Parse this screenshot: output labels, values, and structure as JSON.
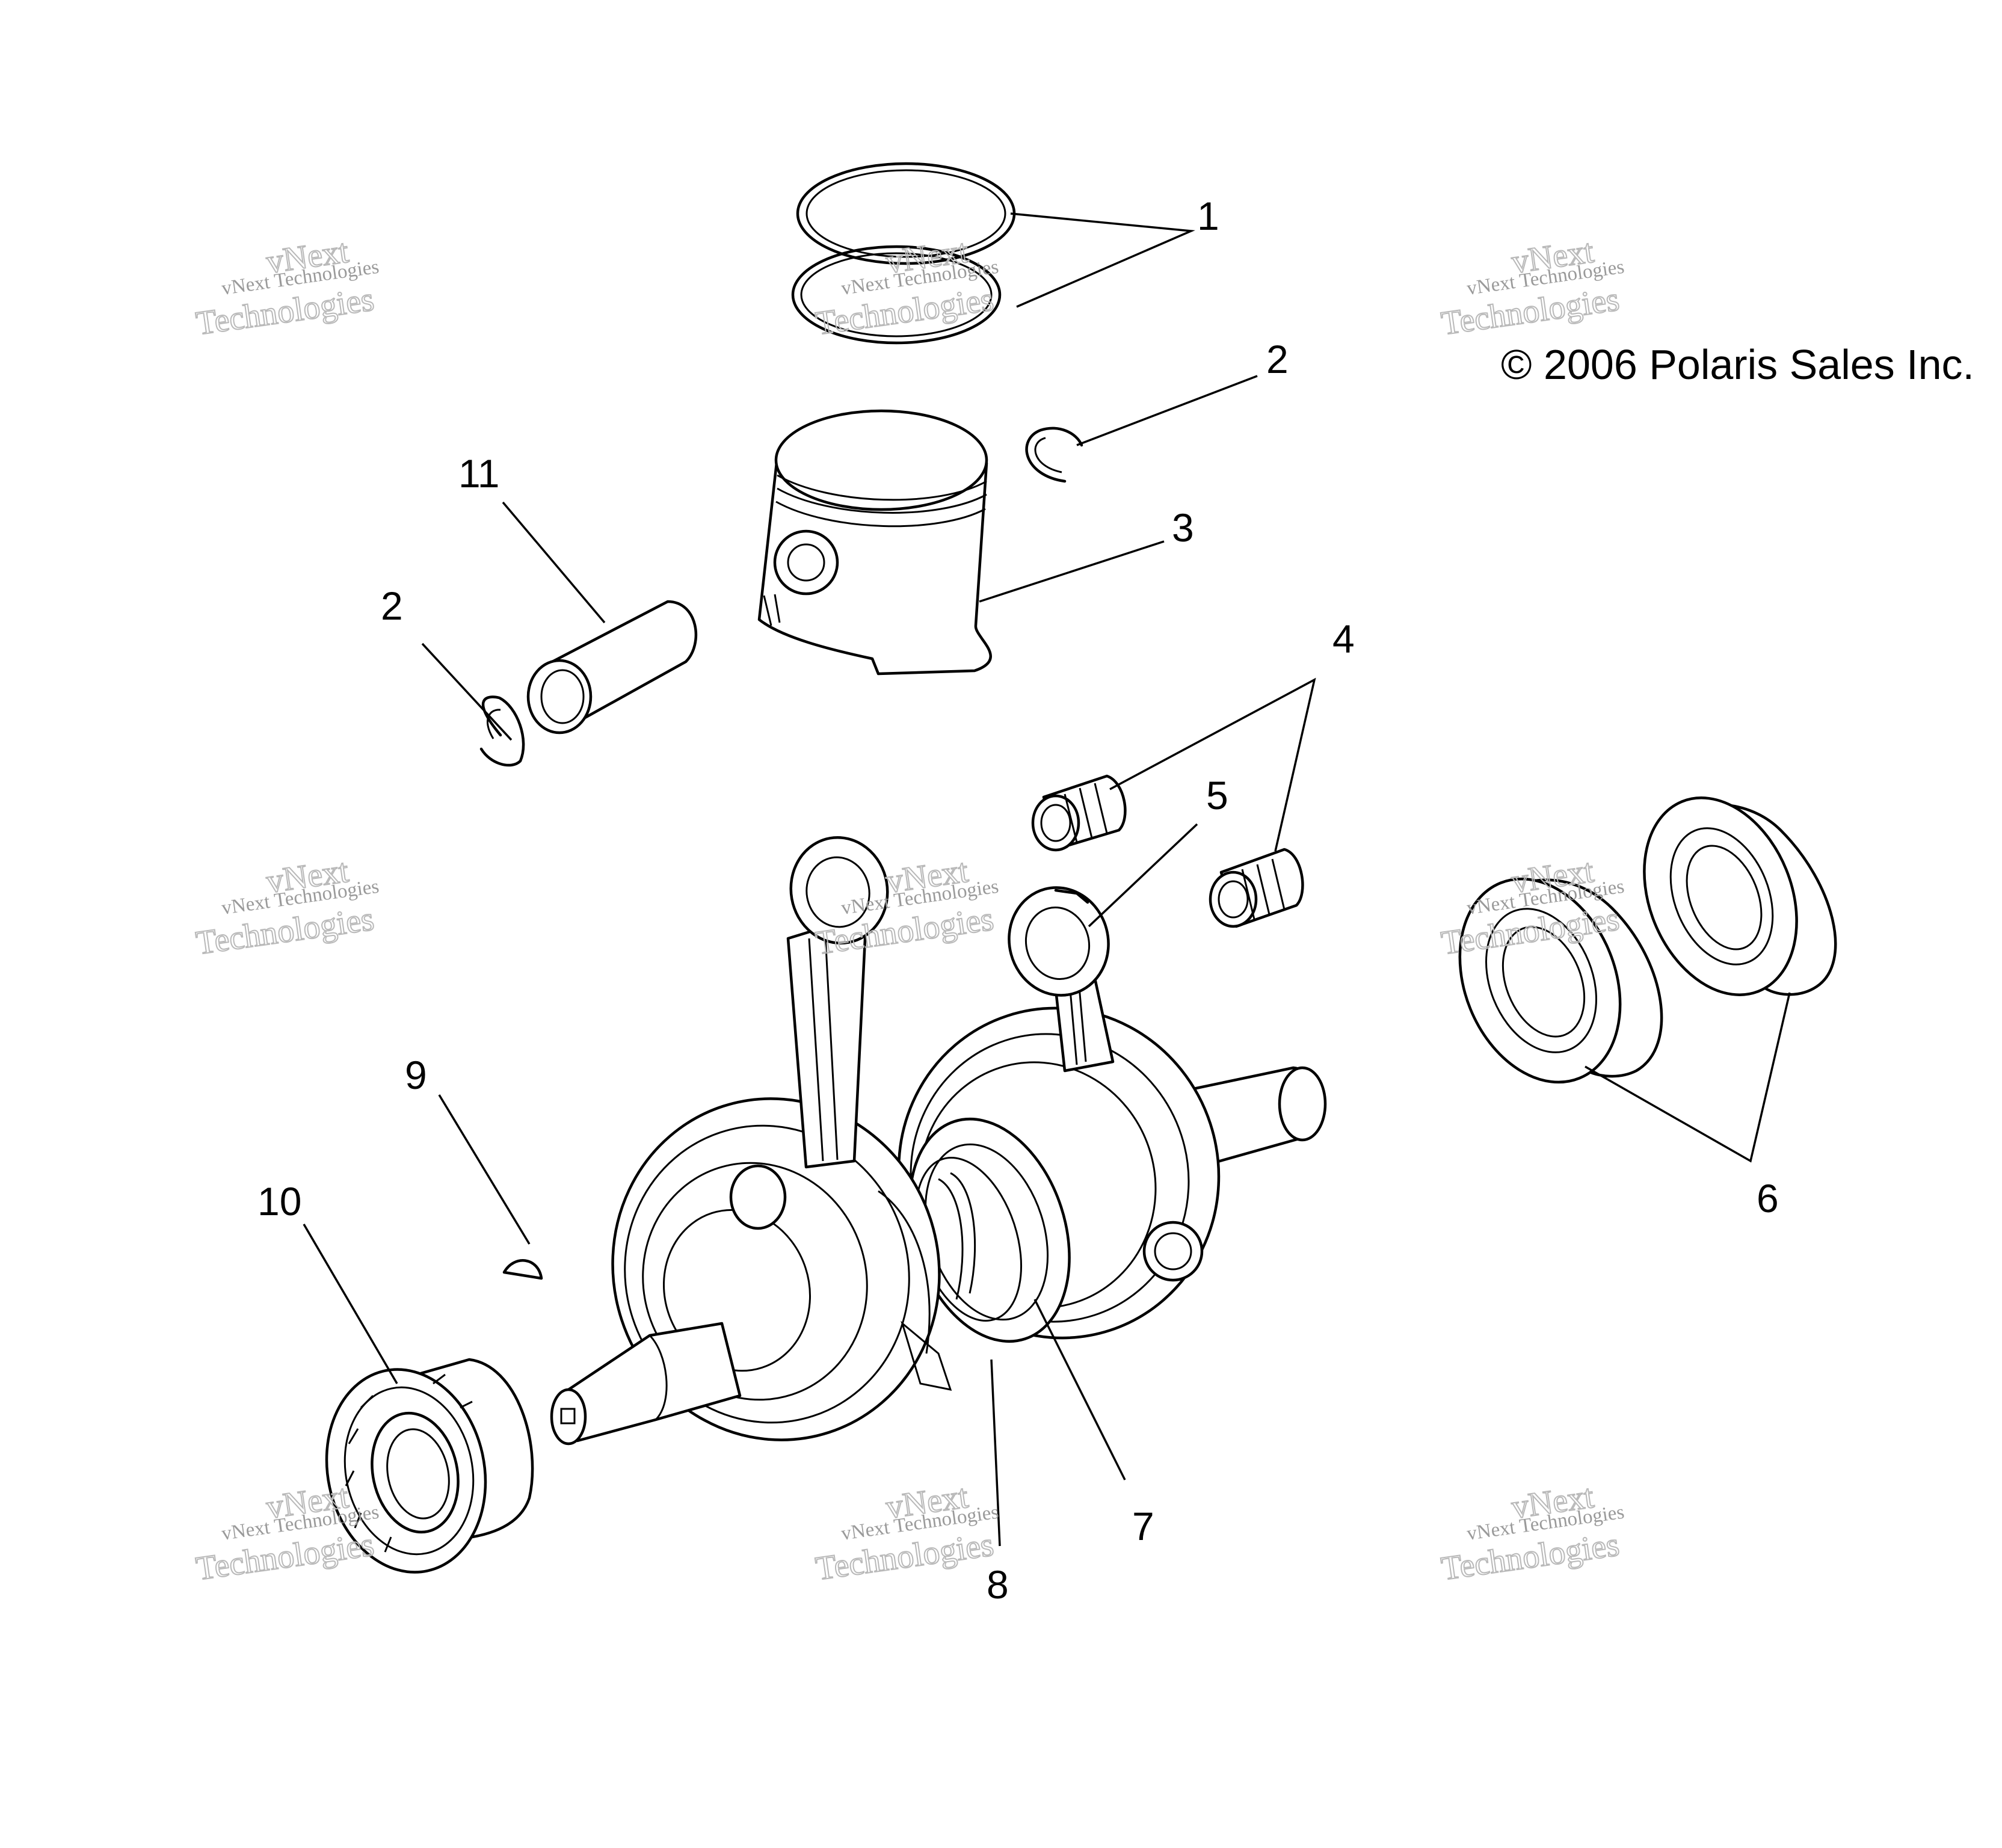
{
  "diagram": {
    "copyright": "© 2006 Polaris Sales Inc.",
    "callouts": [
      "1",
      "2",
      "2",
      "3",
      "4",
      "5",
      "6",
      "7",
      "8",
      "9",
      "10",
      "11"
    ],
    "watermark": {
      "line1": "vNext Technologies",
      "line2": "vNext",
      "line3": "Technologies"
    }
  }
}
